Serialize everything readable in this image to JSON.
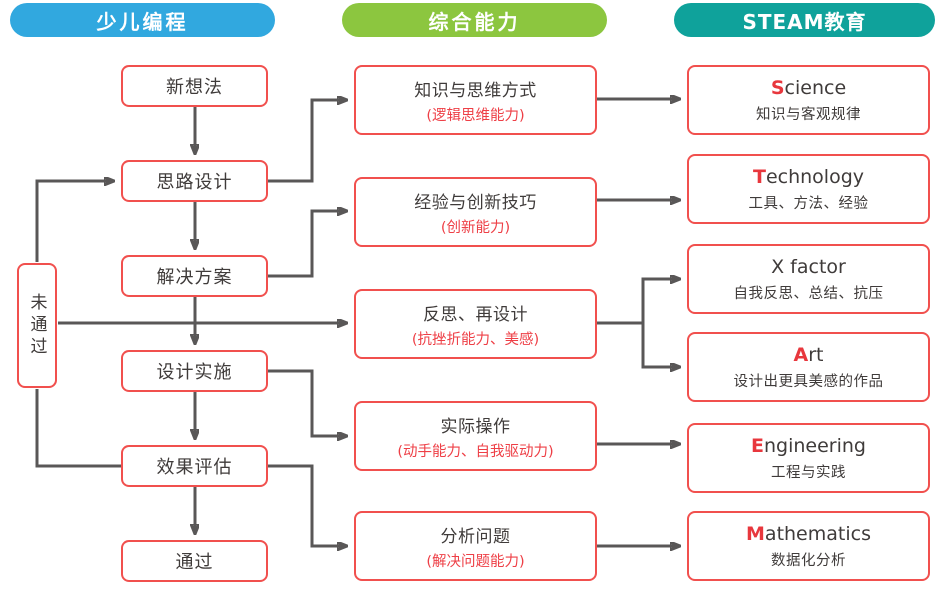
{
  "header": {
    "col1": {
      "label": "少儿编程",
      "color": "#31A8DF"
    },
    "col2": {
      "label": "综合能力",
      "color": "#8CC63F"
    },
    "col3": {
      "label": "STEAM教育",
      "color": "#0FA29B"
    }
  },
  "flow": {
    "steps": [
      "新想法",
      "思路设计",
      "解决方案",
      "设计实施",
      "效果评估",
      "通过"
    ],
    "fail_label": "未通过"
  },
  "abilities": [
    {
      "title": "知识与思维方式",
      "subtitle": "(逻辑思维能力)"
    },
    {
      "title": "经验与创新技巧",
      "subtitle": "(创新能力)"
    },
    {
      "title": "反思、再设计",
      "subtitle": "(抗挫折能力、美感)"
    },
    {
      "title": "实际操作",
      "subtitle": "(动手能力、自我驱动力)"
    },
    {
      "title": "分析问题",
      "subtitle": "(解决问题能力)"
    }
  ],
  "steam": [
    {
      "lead": "S",
      "rest": "cience",
      "subtitle": "知识与客观规律"
    },
    {
      "lead": "T",
      "rest": "echnology",
      "subtitle": "工具、方法、经验"
    },
    {
      "lead": "",
      "rest": "X factor",
      "subtitle": "自我反思、总结、抗压"
    },
    {
      "lead": "A",
      "rest": "rt",
      "subtitle": "设计出更具美感的作品"
    },
    {
      "lead": "E",
      "rest": "ngineering",
      "subtitle": "工程与实践"
    },
    {
      "lead": "M",
      "rest": "athematics",
      "subtitle": "数据化分析"
    }
  ],
  "colors": {
    "header_blue": "#31A8DF",
    "header_green": "#8CC63F",
    "header_teal": "#0FA29B",
    "node_border": "#F1504E",
    "accent_red": "#EE3F46",
    "steam_lead_red": "#E8373D",
    "connector_gray": "#595757",
    "text_dark": "#3F3B3A"
  }
}
